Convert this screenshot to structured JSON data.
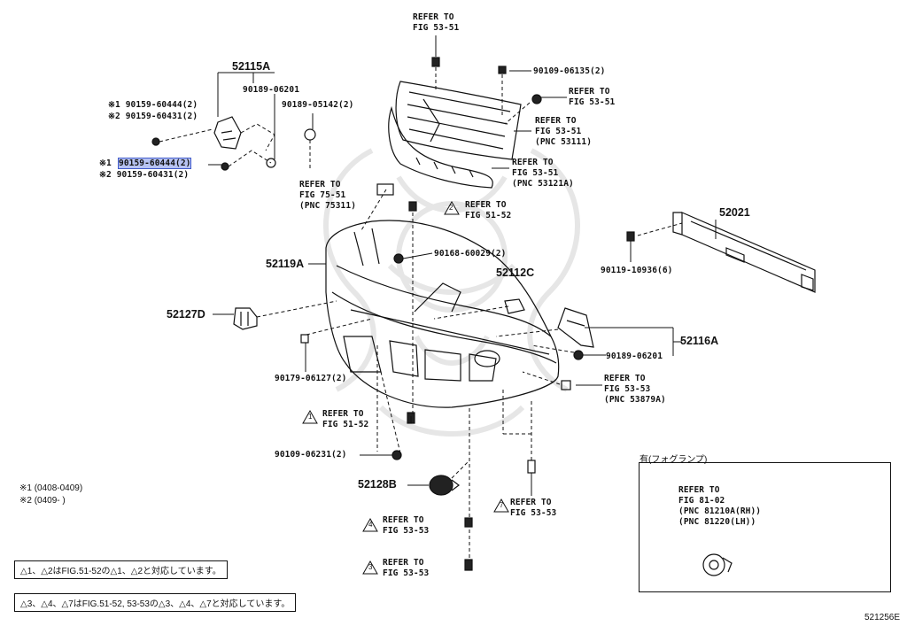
{
  "diagram": {
    "fig_id": "521256E",
    "parts": {
      "p52115A": "52115A",
      "p52119A": "52119A",
      "p52127D": "52127D",
      "p52112C": "52112C",
      "p52021": "52021",
      "p52116A": "52116A",
      "p52128B": "52128B"
    },
    "labels": {
      "top_refer_a": "REFER TO",
      "top_refer_b": "FIG 53-51",
      "bolt_90109_06135": "90109-06135(2)",
      "refer_fig5351_a1": "REFER TO",
      "refer_fig5351_a2": "FIG 53-51",
      "refer_53111_1": "REFER TO",
      "refer_53111_2": "FIG 53-51",
      "refer_53111_3": "(PNC 53111)",
      "refer_53121a_1": "REFER TO",
      "refer_53121a_2": "FIG 53-51",
      "refer_53121a_3": "(PNC 53121A)",
      "n90189_06201_top": "90189-06201",
      "n90189_05142": "90189-05142(2)",
      "s1_90159_60444_a": "※1 90159-60444(2)",
      "s2_90159_60431_a": "※2 90159-60431(2)",
      "s1_prefix_b": "※1",
      "s1_90159_60444_b": "90159-60444(2)",
      "s2_90159_60431_b": "※2 90159-60431(2)",
      "refer_75311_1": "REFER TO",
      "refer_75311_2": "FIG 75-51",
      "refer_75311_3": "(PNC 75311)",
      "refer_5152_a1": "REFER TO",
      "refer_5152_a2": "FIG 51-52",
      "n90119_10936": "90119-10936(6)",
      "n90168_60029": "90168-60029(2)",
      "n90179_06127": "90179-06127(2)",
      "n90189_06201_right": "90189-06201",
      "refer_53879a_1": "REFER TO",
      "refer_53879a_2": "FIG 53-53",
      "refer_53879a_3": "(PNC 53879A)",
      "refer_5152_b1": "REFER TO",
      "refer_5152_b2": "FIG 51-52",
      "n90109_06231": "90109-06231(2)",
      "refer_5353_c1": "REFER TO",
      "refer_5353_c2": "FIG 53-53",
      "refer_5353_d1": "REFER TO",
      "refer_5353_d2": "FIG 53-53",
      "refer_5353_e1": "REFER TO",
      "refer_5353_e2": "FIG 53-53",
      "fog_title": "有(フォグランプ)",
      "fog_1": "REFER TO",
      "fog_2": "FIG 81-02",
      "fog_3": "(PNC 81210A(RH))",
      "fog_4": "(PNC 81220(LH))",
      "legend_1": "※1 (0408-0409)",
      "legend_2": "※2 (0409-      )",
      "note_1": "△1、△2はFIG.51-52の△1、△2と対応しています。",
      "note_2": "△3、△4、△7はFIG.51-52, 53-53の△3、△4、△7と対応しています。",
      "tri_2": "2",
      "tri_1": "1",
      "tri_7": "7",
      "tri_4": "4",
      "tri_3": "3"
    }
  },
  "colors": {
    "line": "#111111",
    "highlight": "#b7c3f2",
    "watermark": "#e9e9e9"
  }
}
